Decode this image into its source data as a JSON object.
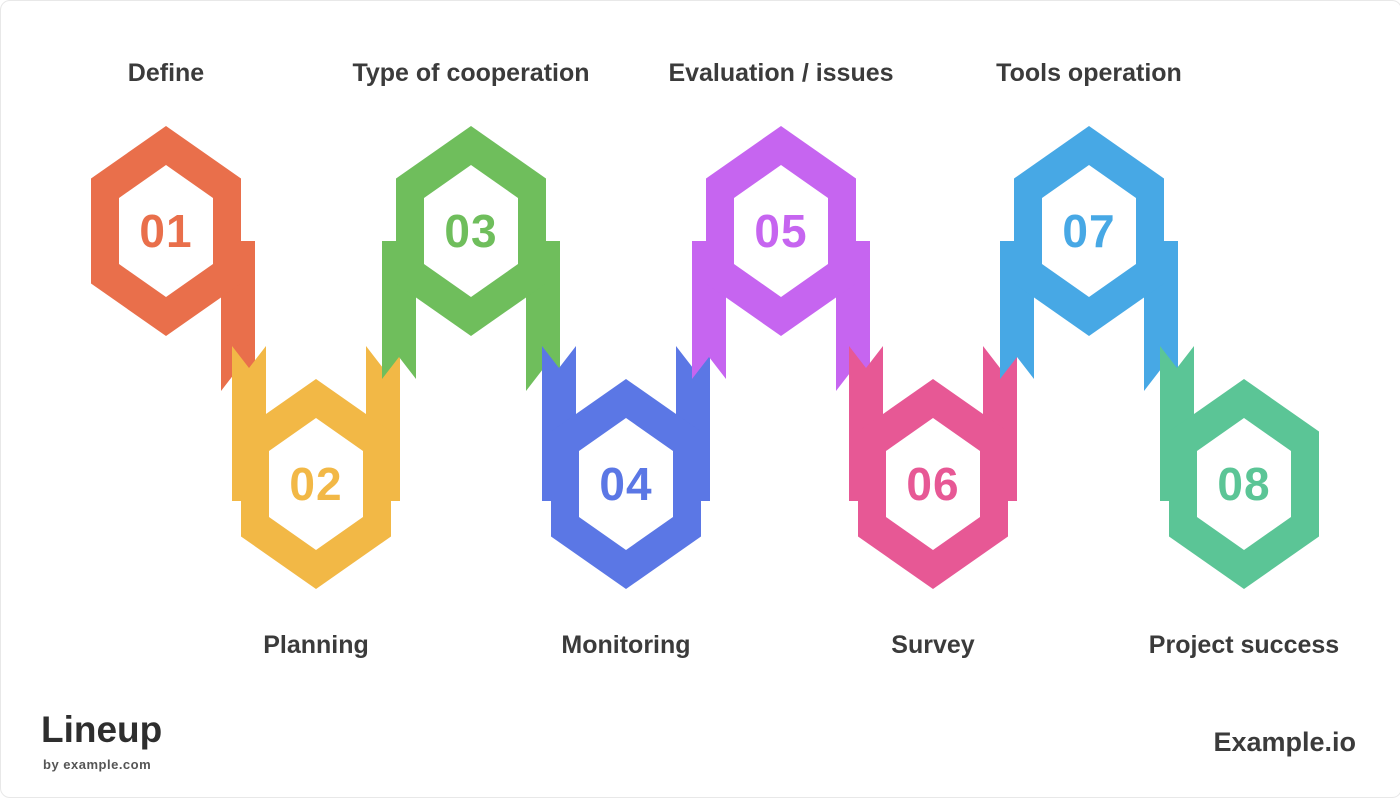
{
  "steps": [
    {
      "num": "01",
      "label": "Define",
      "color": "#E96F4B",
      "row": "top"
    },
    {
      "num": "02",
      "label": "Planning",
      "color": "#F2B846",
      "row": "bottom"
    },
    {
      "num": "03",
      "label": "Type of cooperation",
      "color": "#6FBE5C",
      "row": "top"
    },
    {
      "num": "04",
      "label": "Monitoring",
      "color": "#5B77E5",
      "row": "bottom"
    },
    {
      "num": "05",
      "label": "Evaluation / issues",
      "color": "#C665F0",
      "row": "top"
    },
    {
      "num": "06",
      "label": "Survey",
      "color": "#E75895",
      "row": "bottom"
    },
    {
      "num": "07",
      "label": "Tools operation",
      "color": "#47A8E5",
      "row": "top"
    },
    {
      "num": "08",
      "label": "Project success",
      "color": "#5BC596",
      "row": "bottom"
    }
  ],
  "footer": {
    "brand": "Lineup",
    "tagline": "by example.com",
    "credit": "Example.io"
  }
}
